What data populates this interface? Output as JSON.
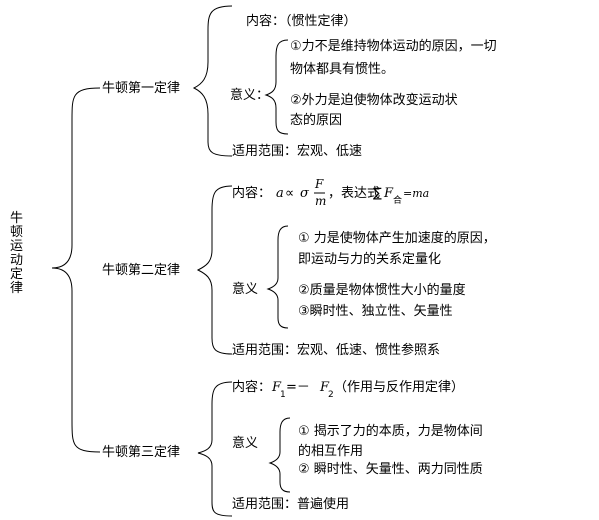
{
  "root": {
    "label": "牛顿运动定律"
  },
  "law1": {
    "title": "牛顿第一定律",
    "content": "内容：（惯性定律）",
    "meaning_label": "意义：",
    "meanings": [
      "①力不是维持物体运动的原因，一切",
      "物体都具有惯性。",
      "②外力是迫使物体改变运动状",
      "态的原因"
    ],
    "scope": "适用范围：宏观、低速"
  },
  "law2": {
    "title": "牛顿第二定律",
    "content_prefix": "内容：",
    "formula_a": "a",
    "formula_prop": "∝",
    "formula_sigma": "σ",
    "formula_num": "F",
    "formula_den": "m",
    "expr_label": "，表达式",
    "expr_sum": "∑",
    "expr_F": "F",
    "expr_sub": "合",
    "expr_rhs": "=ma",
    "meaning_label": "意义",
    "meanings": [
      "①  力是使物体产生加速度的原因，",
      "即运动与力的关系定量化",
      "②质量是物体惯性大小的量度",
      "③瞬时性、独立性、矢量性"
    ],
    "scope": "适用范围：宏观、低速、惯性参照系"
  },
  "law3": {
    "title": "牛顿第三定律",
    "content_prefix": "内容：",
    "f1": "F",
    "f1_sub": "1",
    "eq": "=－",
    "f2": "F",
    "f2_sub": "2",
    "content_suffix": "（作用与反作用定律）",
    "meaning_label": "意义",
    "meanings": [
      "①  揭示了力的本质，力是物体间",
      "的相互作用",
      "②  瞬时性、矢量性、两力同性质"
    ],
    "scope": "适用范围：普遍使用"
  }
}
